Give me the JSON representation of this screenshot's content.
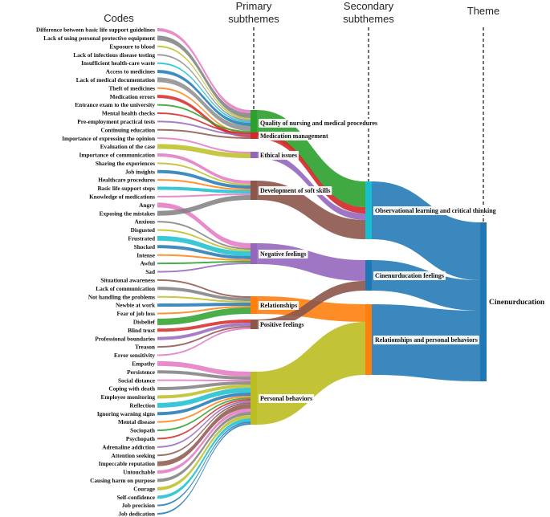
{
  "headers": {
    "codes": "Codes",
    "primary_l1": "Primary",
    "primary_l2": "subthemes",
    "secondary_l1": "Secondary",
    "secondary_l2": "subthemes",
    "theme": "Theme"
  },
  "codes": [
    {
      "label": "Difference between basic life support guidelines",
      "target": 0,
      "w": 2,
      "color": "#e377c2"
    },
    {
      "label": "Lack of using personal protective equipment",
      "target": 0,
      "w": 3,
      "color": "#7f7f7f"
    },
    {
      "label": "Exposure to blood",
      "target": 0,
      "w": 1,
      "color": "#bcbd22"
    },
    {
      "label": "Lack of infectious disease testing",
      "target": 0,
      "w": 1,
      "color": "#8c8c8c"
    },
    {
      "label": "Insufficient health-care waste",
      "target": 0,
      "w": 1,
      "color": "#17becf"
    },
    {
      "label": "Access to medicines",
      "target": 0,
      "w": 2,
      "color": "#1f77b4"
    },
    {
      "label": "Lack of medical documentation",
      "target": 0,
      "w": 3,
      "color": "#8c8c8c"
    },
    {
      "label": "Theft of medicines",
      "target": 1,
      "w": 1,
      "color": "#ff7f0e"
    },
    {
      "label": "Medication errors",
      "target": 1,
      "w": 2,
      "color": "#d62728"
    },
    {
      "label": "Entrance exam to the university",
      "target": 0,
      "w": 1,
      "color": "#2ca02c"
    },
    {
      "label": "Mental health checks",
      "target": 0,
      "w": 1,
      "color": "#d62728"
    },
    {
      "label": "Pre-employment practical tests",
      "target": 0,
      "w": 1,
      "color": "#9467bd"
    },
    {
      "label": "Continuing education",
      "target": 1,
      "w": 1,
      "color": "#8c564b"
    },
    {
      "label": "Importance of expressing the opinion",
      "target": 2,
      "w": 1,
      "color": "#e377c2"
    },
    {
      "label": "Evaluation of the case",
      "target": 2,
      "w": 3,
      "color": "#bcbd22"
    },
    {
      "label": "Importance of communication",
      "target": 3,
      "w": 2,
      "color": "#e377c2"
    },
    {
      "label": "Sharing the experiences",
      "target": 3,
      "w": 1,
      "color": "#bcbd22"
    },
    {
      "label": "Job insights",
      "target": 3,
      "w": 2,
      "color": "#1f77b4"
    },
    {
      "label": "Healthcare procedures",
      "target": 3,
      "w": 1,
      "color": "#ff7f0e"
    },
    {
      "label": "Basic life support steps",
      "target": 3,
      "w": 2,
      "color": "#17becf"
    },
    {
      "label": "Knowledge of medications",
      "target": 3,
      "w": 1,
      "color": "#e377c2"
    },
    {
      "label": "Angry",
      "target": 4,
      "w": 3,
      "color": "#e377c2"
    },
    {
      "label": "Exposing the mistakes",
      "target": 3,
      "w": 3,
      "color": "#7f7f7f"
    },
    {
      "label": "Anxious",
      "target": 4,
      "w": 1,
      "color": "#7f7f7f"
    },
    {
      "label": "Disgusted",
      "target": 4,
      "w": 1,
      "color": "#bcbd22"
    },
    {
      "label": "Frustrated",
      "target": 4,
      "w": 3,
      "color": "#17becf"
    },
    {
      "label": "Shocked",
      "target": 4,
      "w": 2,
      "color": "#1f77b4"
    },
    {
      "label": "Intense",
      "target": 4,
      "w": 1,
      "color": "#ff7f0e"
    },
    {
      "label": "Awful",
      "target": 4,
      "w": 1,
      "color": "#2ca02c"
    },
    {
      "label": "Sad",
      "target": 4,
      "w": 1,
      "color": "#9467bd"
    },
    {
      "label": "Situational awareness",
      "target": 5,
      "w": 1,
      "color": "#8c564b"
    },
    {
      "label": "Lack of communication",
      "target": 5,
      "w": 2,
      "color": "#7f7f7f"
    },
    {
      "label": "Not handling the problems",
      "target": 5,
      "w": 1,
      "color": "#bcbd22"
    },
    {
      "label": "Newbie at work",
      "target": 5,
      "w": 2,
      "color": "#1f77b4"
    },
    {
      "label": "Fear of job loss",
      "target": 5,
      "w": 1,
      "color": "#ff7f0e"
    },
    {
      "label": "Disbelief",
      "target": 5,
      "w": 4,
      "color": "#2ca02c"
    },
    {
      "label": "Blind trust",
      "target": 6,
      "w": 2,
      "color": "#d62728"
    },
    {
      "label": "Professional boundaries",
      "target": 6,
      "w": 2,
      "color": "#9467bd"
    },
    {
      "label": "Treason",
      "target": 6,
      "w": 1,
      "color": "#8c564b"
    },
    {
      "label": "Error sensitivity",
      "target": 6,
      "w": 1,
      "color": "#e377c2"
    },
    {
      "label": "Empathy",
      "target": 7,
      "w": 3,
      "color": "#e377c2"
    },
    {
      "label": "Persistence",
      "target": 7,
      "w": 2,
      "color": "#7f7f7f"
    },
    {
      "label": "Social distance",
      "target": 7,
      "w": 1,
      "color": "#e377c2"
    },
    {
      "label": "Coping with death",
      "target": 7,
      "w": 2,
      "color": "#7f7f7f"
    },
    {
      "label": "Employee monitoring",
      "target": 7,
      "w": 2,
      "color": "#bcbd22"
    },
    {
      "label": "Reflection",
      "target": 7,
      "w": 3,
      "color": "#17becf"
    },
    {
      "label": "Ignoring warning signs",
      "target": 7,
      "w": 2,
      "color": "#1f77b4"
    },
    {
      "label": "Mental disease",
      "target": 7,
      "w": 1,
      "color": "#ff7f0e"
    },
    {
      "label": "Sociopath",
      "target": 7,
      "w": 1,
      "color": "#2ca02c"
    },
    {
      "label": "Psychopath",
      "target": 7,
      "w": 1,
      "color": "#d62728"
    },
    {
      "label": "Adrenaline addiction",
      "target": 7,
      "w": 1,
      "color": "#9467bd"
    },
    {
      "label": "Attention seeking",
      "target": 7,
      "w": 1,
      "color": "#8c564b"
    },
    {
      "label": "Impeccable reputation",
      "target": 7,
      "w": 3,
      "color": "#8c564b"
    },
    {
      "label": "Untouchable",
      "target": 7,
      "w": 2,
      "color": "#e377c2"
    },
    {
      "label": "Causing harm on purpose",
      "target": 7,
      "w": 2,
      "color": "#7f7f7f"
    },
    {
      "label": "Courage",
      "target": 7,
      "w": 2,
      "color": "#bcbd22"
    },
    {
      "label": "Self-confidence",
      "target": 7,
      "w": 2,
      "color": "#17becf"
    },
    {
      "label": "Job precision",
      "target": 7,
      "w": 1,
      "color": "#1f77b4"
    },
    {
      "label": "Job dedication",
      "target": 7,
      "w": 1,
      "color": "#1f77b4"
    }
  ],
  "primary": [
    {
      "label": "Quality of nursing and medical procedures",
      "color": "#2ca02c",
      "secondary": 0
    },
    {
      "label": "Medication management",
      "color": "#d62728",
      "secondary": 0
    },
    {
      "label": "Ethical issues",
      "color": "#9467bd",
      "secondary": 0
    },
    {
      "label": "Development of soft skills",
      "color": "#8c564b",
      "secondary": 0
    },
    {
      "label": "Negative feelings",
      "color": "#9467bd",
      "secondary": 1
    },
    {
      "label": "Relationships",
      "color": "#ff7f0e",
      "secondary": 2
    },
    {
      "label": "Positive feelings",
      "color": "#8c564b",
      "secondary": 1
    },
    {
      "label": "Personal behaviors",
      "color": "#bcbd22",
      "secondary": 2
    }
  ],
  "secondary": [
    {
      "label": "Observational learning and critical thinking",
      "color": "#17becf"
    },
    {
      "label": "Cinenurducation feelings",
      "color": "#1f77b4"
    },
    {
      "label": "Relationships and personal behaviors",
      "color": "#ff7f0e"
    }
  ],
  "theme": {
    "label": "Cinenurducation",
    "color": "#1f77b4",
    "flow_color": "#1f77b4"
  }
}
